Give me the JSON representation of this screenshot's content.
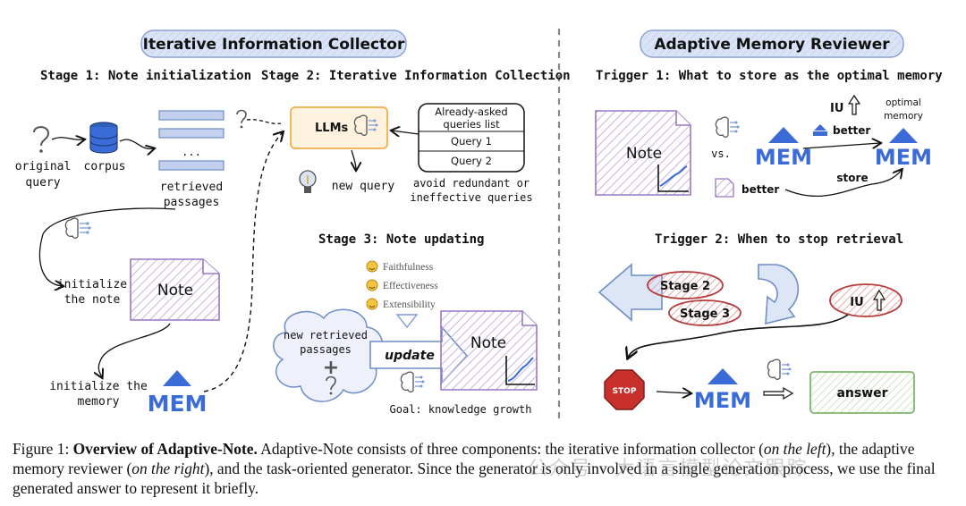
{
  "left_title": "Iterative Information Collector",
  "right_title": "Adaptive Memory Reviewer",
  "stage1": {
    "title": "Stage 1: Note initialization",
    "original_query": [
      "original",
      "query"
    ],
    "corpus": "corpus",
    "retrieved_passages": [
      "retrieved",
      "passages"
    ],
    "ellipsis": "...",
    "initialize_note": [
      "initialize",
      "the note"
    ],
    "note_label": "Note",
    "initialize_memory": [
      "initialize the",
      "memory"
    ],
    "mem_label": "MEM"
  },
  "stage2": {
    "title": "Stage 2: Iterative Information Collection",
    "llms": "LLMs",
    "new_query": "new query",
    "queries_box": [
      "Already-asked",
      "queries list",
      "Query 1",
      "Query 2"
    ],
    "avoid": [
      "avoid redundant or",
      "ineffective queries"
    ]
  },
  "stage3": {
    "title": "Stage 3: Note updating",
    "criteria": [
      "Faithfulness",
      "Effectiveness",
      "Extensibility"
    ],
    "cloud_text": [
      "new retrieved",
      "passages"
    ],
    "update": "update",
    "note_label": "Note",
    "goal": "Goal: knowledge growth"
  },
  "trigger1": {
    "title": "Trigger 1: What to store as the optimal memory",
    "note_label": "Note",
    "vs": "vs.",
    "mem_label": "MEM",
    "iu": "IU",
    "better_top": "better",
    "optimal_memory": [
      "optimal",
      "memory"
    ],
    "better_bottom": "better",
    "store": "store"
  },
  "trigger2": {
    "title": "Trigger 2: When to stop retrieval",
    "stage2_label": "Stage 2",
    "stage3_label": "Stage 3",
    "iu": "IU",
    "stop": "STOP",
    "mem_label": "MEM",
    "answer": "answer"
  },
  "caption": {
    "fig_label": "Figure 1:",
    "bold": "Overview of Adaptive-Note.",
    "part1": "Adaptive-Note consists of three components: the iterative information collector (",
    "left_note": "on the left",
    "part2": "), the adaptive memory reviewer (",
    "right_note": "on the right",
    "part3": "), and the task-oriented generator. Since the generator is only involved in a single generation process, we use the final generated answer to represent it briefly."
  },
  "watermark": "公众号 · 大语言模型论文跟踪",
  "colors": {
    "title_fill": "#dbe3f7",
    "title_stroke": "#8aa0d8",
    "note_stroke": "#9b76c2",
    "note_hatch": "#c9b3e0",
    "mem_blue": "#3b6bd6",
    "passage_fill": "#c5d0ee",
    "llm_box": "#f3ad4b",
    "llm_fill": "#fff3df",
    "arrow_blue_fill": "#dce6f6",
    "arrow_blue_stroke": "#6d8ec7",
    "red_oval": "#b53c3c",
    "red_fill": "#ecbdbd",
    "stop_red": "#c8302c",
    "answer_green": "#7cb66b",
    "answer_fill": "#e7f2df",
    "divider": "#888888"
  }
}
